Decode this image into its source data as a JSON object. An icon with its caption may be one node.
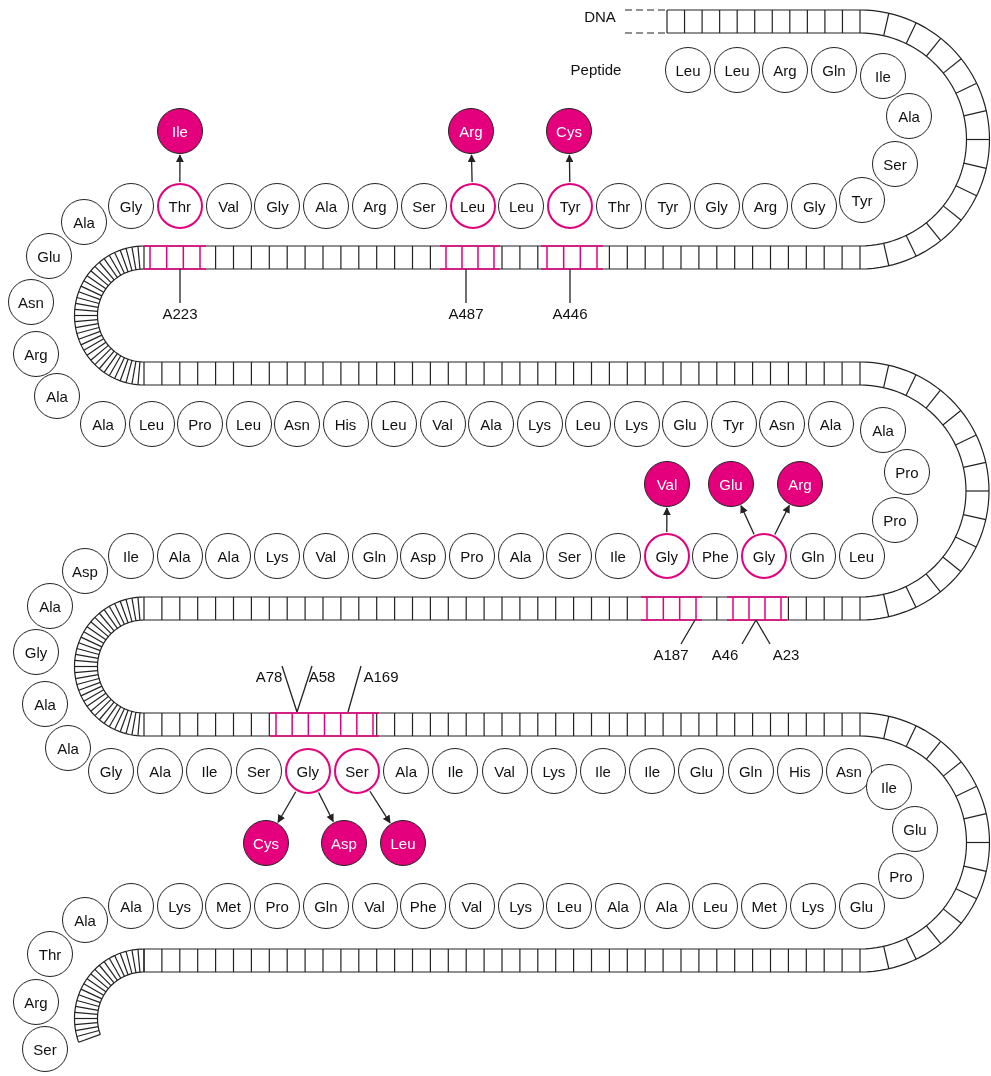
{
  "diagram": {
    "nodes": [
      {
        "text": [
          "Leu"
        ]
      },
      {
        "text": [
          "Leu"
        ]
      },
      {
        "text": [
          "Arg"
        ]
      },
      {
        "text": [
          "Gln"
        ]
      },
      {
        "text": [
          "Ile"
        ]
      },
      {
        "text": [
          "Ala"
        ]
      },
      {
        "text": [
          "Ser"
        ]
      },
      {
        "text": [
          "Ile"
        ]
      },
      {
        "text": [
          "Arg"
        ]
      },
      {
        "text": [
          "Cys"
        ]
      },
      {
        "text": [
          "Ala"
        ]
      },
      {
        "text": [
          "Gly"
        ]
      },
      {
        "text": [
          "Thr"
        ]
      },
      {
        "text": [
          "Val"
        ]
      },
      {
        "text": [
          "Gly"
        ]
      },
      {
        "text": [
          "Ala"
        ]
      },
      {
        "text": [
          "Arg"
        ]
      },
      {
        "text": [
          "Ser"
        ]
      },
      {
        "text": [
          "Leu"
        ]
      },
      {
        "text": [
          "Leu"
        ]
      },
      {
        "text": [
          "Tyr"
        ]
      },
      {
        "text": [
          "Thr"
        ]
      },
      {
        "text": [
          "Tyr"
        ]
      },
      {
        "text": [
          "Gly"
        ]
      },
      {
        "text": [
          "Arg"
        ]
      },
      {
        "text": [
          "Gly"
        ]
      },
      {
        "text": [
          "Tyr"
        ]
      },
      {
        "text": [
          "Glu"
        ]
      },
      {
        "text": [
          "Asn"
        ]
      },
      {
        "text": [
          "Arg"
        ]
      },
      {
        "text": [
          "Ala"
        ]
      },
      {
        "text": [
          "Ala"
        ]
      },
      {
        "text": [
          "Leu"
        ]
      },
      {
        "text": [
          "Pro"
        ]
      },
      {
        "text": [
          "Leu"
        ]
      },
      {
        "text": [
          "Asn"
        ]
      },
      {
        "text": [
          "His"
        ]
      },
      {
        "text": [
          "Leu"
        ]
      },
      {
        "text": [
          "Val"
        ]
      },
      {
        "text": [
          "Ala"
        ]
      },
      {
        "text": [
          "Lys"
        ]
      },
      {
        "text": [
          "Leu"
        ]
      },
      {
        "text": [
          "Lys"
        ]
      },
      {
        "text": [
          "Glu"
        ]
      },
      {
        "text": [
          "Tyr"
        ]
      },
      {
        "text": [
          "Asn"
        ]
      },
      {
        "text": [
          "Ala"
        ]
      },
      {
        "text": [
          "Ala"
        ]
      },
      {
        "text": [
          "Pro"
        ]
      },
      {
        "text": [
          "Val"
        ]
      },
      {
        "text": [
          "Glu"
        ]
      },
      {
        "text": [
          "Arg"
        ]
      },
      {
        "text": [
          "Pro"
        ]
      },
      {
        "text": [
          "Asp"
        ]
      },
      {
        "text": [
          "Ile"
        ]
      },
      {
        "text": [
          "Ala"
        ]
      },
      {
        "text": [
          "Ala"
        ]
      },
      {
        "text": [
          "Lys"
        ]
      },
      {
        "text": [
          "Val"
        ]
      },
      {
        "text": [
          "Gln"
        ]
      },
      {
        "text": [
          "Asp"
        ]
      },
      {
        "text": [
          "Pro"
        ]
      },
      {
        "text": [
          "Ala"
        ]
      },
      {
        "text": [
          "Ser"
        ]
      },
      {
        "text": [
          "Ile"
        ]
      },
      {
        "text": [
          "Gly"
        ]
      },
      {
        "text": [
          "Phe"
        ]
      },
      {
        "text": [
          "Gly"
        ]
      },
      {
        "text": [
          "Gln"
        ]
      },
      {
        "text": [
          "Leu"
        ]
      },
      {
        "text": [
          "Ala"
        ]
      },
      {
        "text": [
          "Gly"
        ]
      },
      {
        "text": [
          "Ala"
        ]
      },
      {
        "text": [
          "Ala"
        ]
      },
      {
        "text": [
          "Gly"
        ]
      },
      {
        "text": [
          "Ala"
        ]
      },
      {
        "text": [
          "Ile"
        ]
      },
      {
        "text": [
          "Ser"
        ]
      },
      {
        "text": [
          "Gly"
        ]
      },
      {
        "text": [
          "Ser"
        ]
      },
      {
        "text": [
          "Ala"
        ]
      },
      {
        "text": [
          "Ile"
        ]
      },
      {
        "text": [
          "Val"
        ]
      },
      {
        "text": [
          "Lys"
        ]
      },
      {
        "text": [
          "Ile"
        ]
      },
      {
        "text": [
          "Ile"
        ]
      },
      {
        "text": [
          "Glu"
        ]
      },
      {
        "text": [
          "Gln"
        ]
      },
      {
        "text": [
          "His"
        ]
      },
      {
        "text": [
          "Asn"
        ]
      },
      {
        "text": [
          "Ile"
        ]
      },
      {
        "text": [
          "Glu"
        ]
      },
      {
        "text": [
          "Cys"
        ]
      },
      {
        "text": [
          "Asp"
        ]
      },
      {
        "text": [
          "Leu"
        ]
      },
      {
        "text": [
          "Pro"
        ]
      },
      {
        "text": [
          "Ala"
        ]
      },
      {
        "text": [
          "Ala"
        ]
      },
      {
        "text": [
          "Lys"
        ]
      },
      {
        "text": [
          "Met"
        ]
      },
      {
        "text": [
          "Pro"
        ]
      },
      {
        "text": [
          "Gln"
        ]
      },
      {
        "text": [
          "Val"
        ]
      },
      {
        "text": [
          "Phe"
        ]
      },
      {
        "text": [
          "Val"
        ]
      },
      {
        "text": [
          "Lys"
        ]
      },
      {
        "text": [
          "Leu"
        ]
      },
      {
        "text": [
          "Ala"
        ]
      },
      {
        "text": [
          "Ala"
        ]
      },
      {
        "text": [
          "Leu"
        ]
      },
      {
        "text": [
          "Met"
        ]
      },
      {
        "text": [
          "Lys"
        ]
      },
      {
        "text": [
          "Glu"
        ]
      },
      {
        "text": [
          "Thr"
        ]
      },
      {
        "text": [
          "Arg"
        ]
      },
      {
        "text": [
          "Ser"
        ]
      },
      {
        "text": [
          "A223"
        ]
      },
      {
        "text": [
          "A487"
        ]
      },
      {
        "text": [
          "A446"
        ]
      },
      {
        "text": [
          "A78"
        ]
      },
      {
        "text": [
          "A58"
        ]
      },
      {
        "text": [
          "A169"
        ]
      },
      {
        "text": [
          "A187"
        ]
      },
      {
        "text": [
          "A46"
        ]
      },
      {
        "text": [
          "A23"
        ]
      }
    ],
    "edges": [
      {
        "from": 12,
        "to": 7,
        "arrow": "to"
      },
      {
        "from": 18,
        "to": 8,
        "arrow": "to"
      },
      {
        "from": 20,
        "to": 9,
        "arrow": "to"
      },
      {
        "from": 65,
        "to": 49,
        "arrow": "to"
      },
      {
        "from": 67,
        "to": 50,
        "arrow": "to"
      },
      {
        "from": 67,
        "to": 51,
        "arrow": "to"
      },
      {
        "from": 78,
        "to": 92,
        "arrow": "to"
      },
      {
        "from": 78,
        "to": 93,
        "arrow": "to"
      },
      {
        "from": 79,
        "to": 94,
        "arrow": "to"
      },
      {
        "from": 116,
        "to": null,
        "arrow": "none"
      },
      {
        "from": 117,
        "to": null,
        "arrow": "none"
      },
      {
        "from": 118,
        "to": null,
        "arrow": "none"
      },
      {
        "from": 119,
        "to": null,
        "arrow": "none"
      },
      {
        "from": 120,
        "to": null,
        "arrow": "none"
      },
      {
        "from": 121,
        "to": null,
        "arrow": "none"
      },
      {
        "from": 122,
        "to": null,
        "arrow": "none"
      },
      {
        "from": 123,
        "to": null,
        "arrow": "none"
      },
      {
        "from": 124,
        "to": null,
        "arrow": "none"
      }
    ],
    "labels": [
      "DNA",
      "Peptide"
    ]
  }
}
